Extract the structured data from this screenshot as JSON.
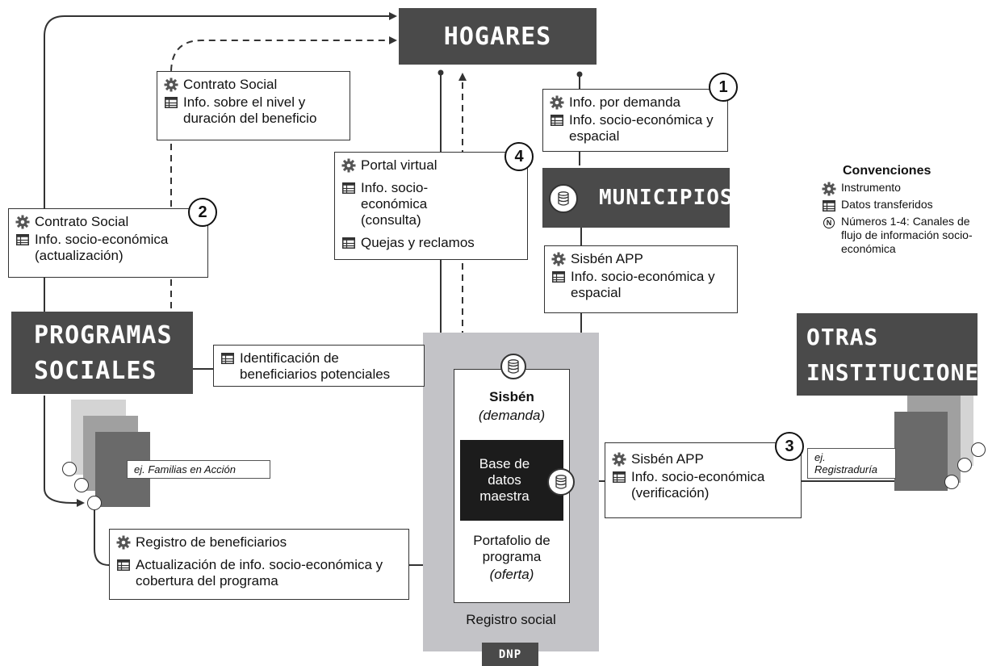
{
  "nodes": {
    "hogares": "HOGARES",
    "municipios": "MUNICIPIOS",
    "programas_line1": "PROGRAMAS",
    "programas_line2": "SOCIALES",
    "otras_line1": "OTRAS",
    "otras_line2": "INSTITUCIONES",
    "dnp": "DNP"
  },
  "registro": {
    "sisben_title": "Sisbén",
    "sisben_sub": "(demanda)",
    "base": "Base de datos maestra",
    "portafolio": "Portafolio de programa",
    "oferta": "(oferta)",
    "label": "Registro social"
  },
  "boxes": {
    "contrato_top": {
      "instrument": "Contrato Social",
      "data": "Info. sobre el nivel y duración del beneficio"
    },
    "channel1": {
      "number": "1",
      "instrument": "Info. por demanda",
      "data": "Info. socio-económica y espacial"
    },
    "channel4": {
      "number": "4",
      "instrument": "Portal virtual",
      "data": "Info. socio-económica (consulta)",
      "data2": "Quejas y reclamos"
    },
    "channel2": {
      "number": "2",
      "instrument": "Contrato Social",
      "data": "Info. socio-económica (actualización)"
    },
    "municipios_app": {
      "instrument": "Sisbén APP",
      "data": "Info. socio-económica y espacial"
    },
    "identificacion": {
      "data": "Identificación de beneficiarios potenciales"
    },
    "channel3": {
      "number": "3",
      "instrument": "Sisbén APP",
      "data": "Info. socio-económica (verificación)"
    },
    "registro_benef": {
      "instrument": "Registro de beneficiarios",
      "data": "Actualización de info. socio-económica y cobertura del programa"
    }
  },
  "tags": {
    "familias": "ej. Familias en Acción",
    "registraduria": "ej. Registraduría"
  },
  "conventions": {
    "title": "Convenciones",
    "instrument": "Instrumento",
    "data": "Datos transferidos",
    "numbers": "Números 1-4: Canales de flujo de información socio-económica",
    "n_symbol": "N"
  },
  "colors": {
    "dark_block": "#4a4a4a",
    "registro_bg": "#c3c3c7",
    "black_box": "#1c1c1c"
  }
}
